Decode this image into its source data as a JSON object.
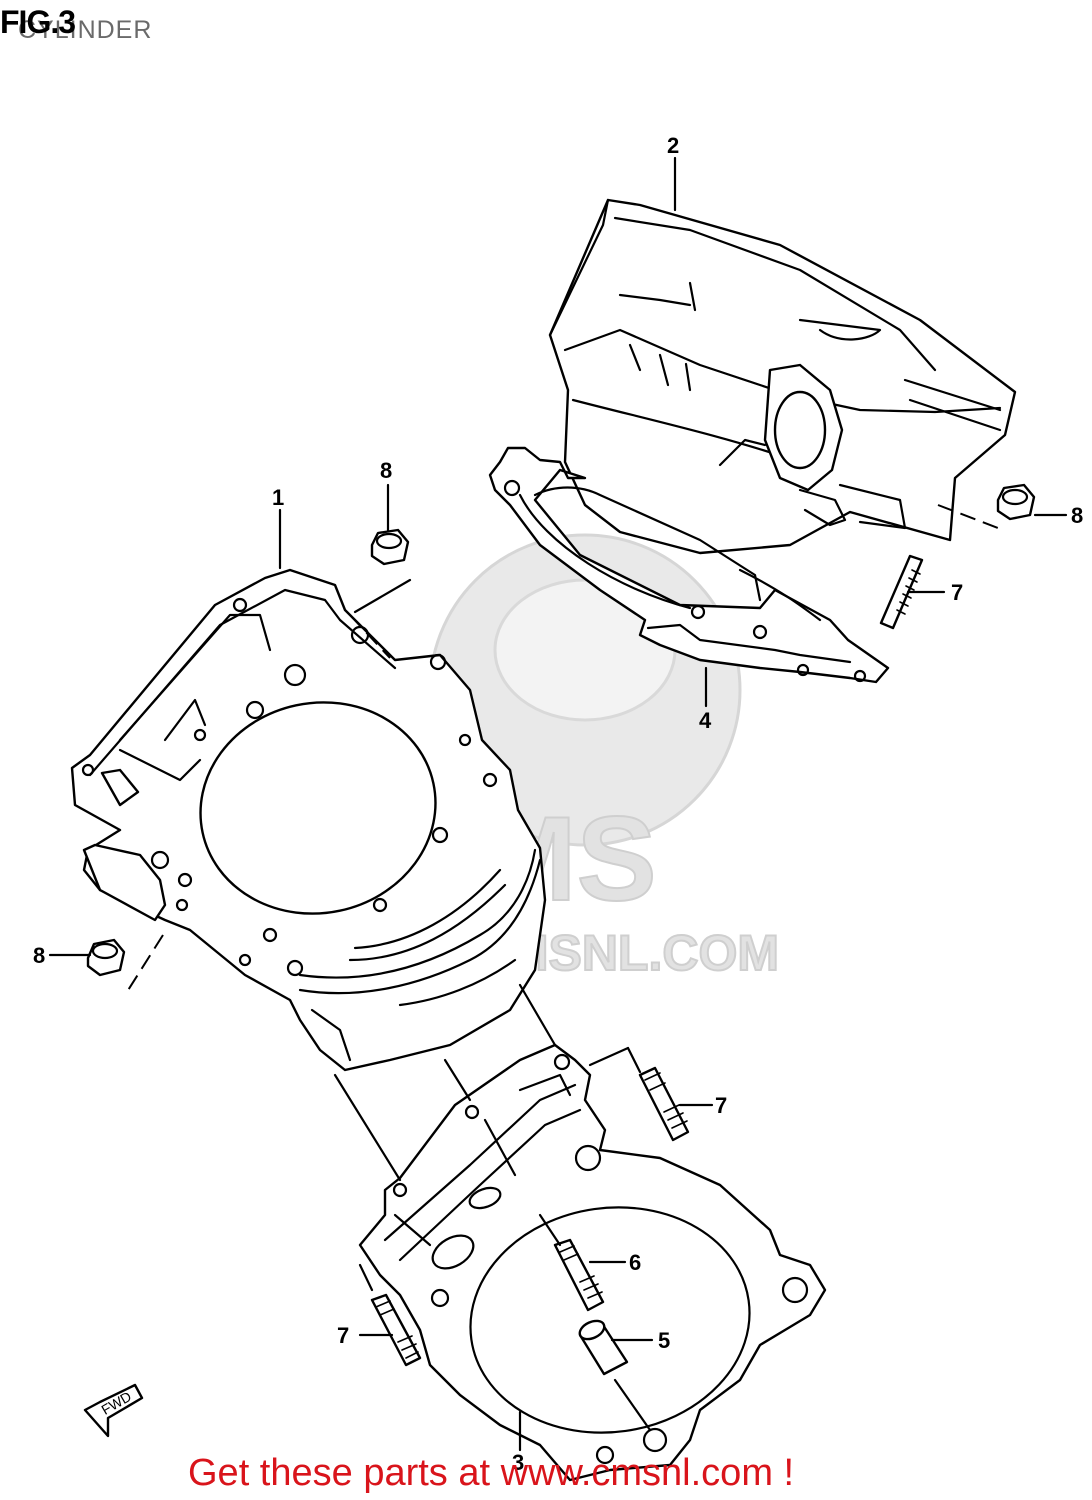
{
  "figure": {
    "label": "FIG.3",
    "subtitle": "CYLINDER"
  },
  "watermark": {
    "brand": "CMS",
    "url": "WWW.CMSNL.COM"
  },
  "direction_marker": "FWD",
  "callouts": [
    {
      "id": "1",
      "label": "1"
    },
    {
      "id": "2",
      "label": "2"
    },
    {
      "id": "3",
      "label": "3"
    },
    {
      "id": "4",
      "label": "4"
    },
    {
      "id": "5",
      "label": "5"
    },
    {
      "id": "6",
      "label": "6"
    },
    {
      "id": "7a",
      "label": "7"
    },
    {
      "id": "7b",
      "label": "7"
    },
    {
      "id": "7c",
      "label": "7"
    },
    {
      "id": "8a",
      "label": "8"
    },
    {
      "id": "8b",
      "label": "8"
    },
    {
      "id": "8c",
      "label": "8"
    }
  ],
  "footer": {
    "text": "Get these parts at www.cmsnl.com !",
    "color": "#d9141b"
  }
}
